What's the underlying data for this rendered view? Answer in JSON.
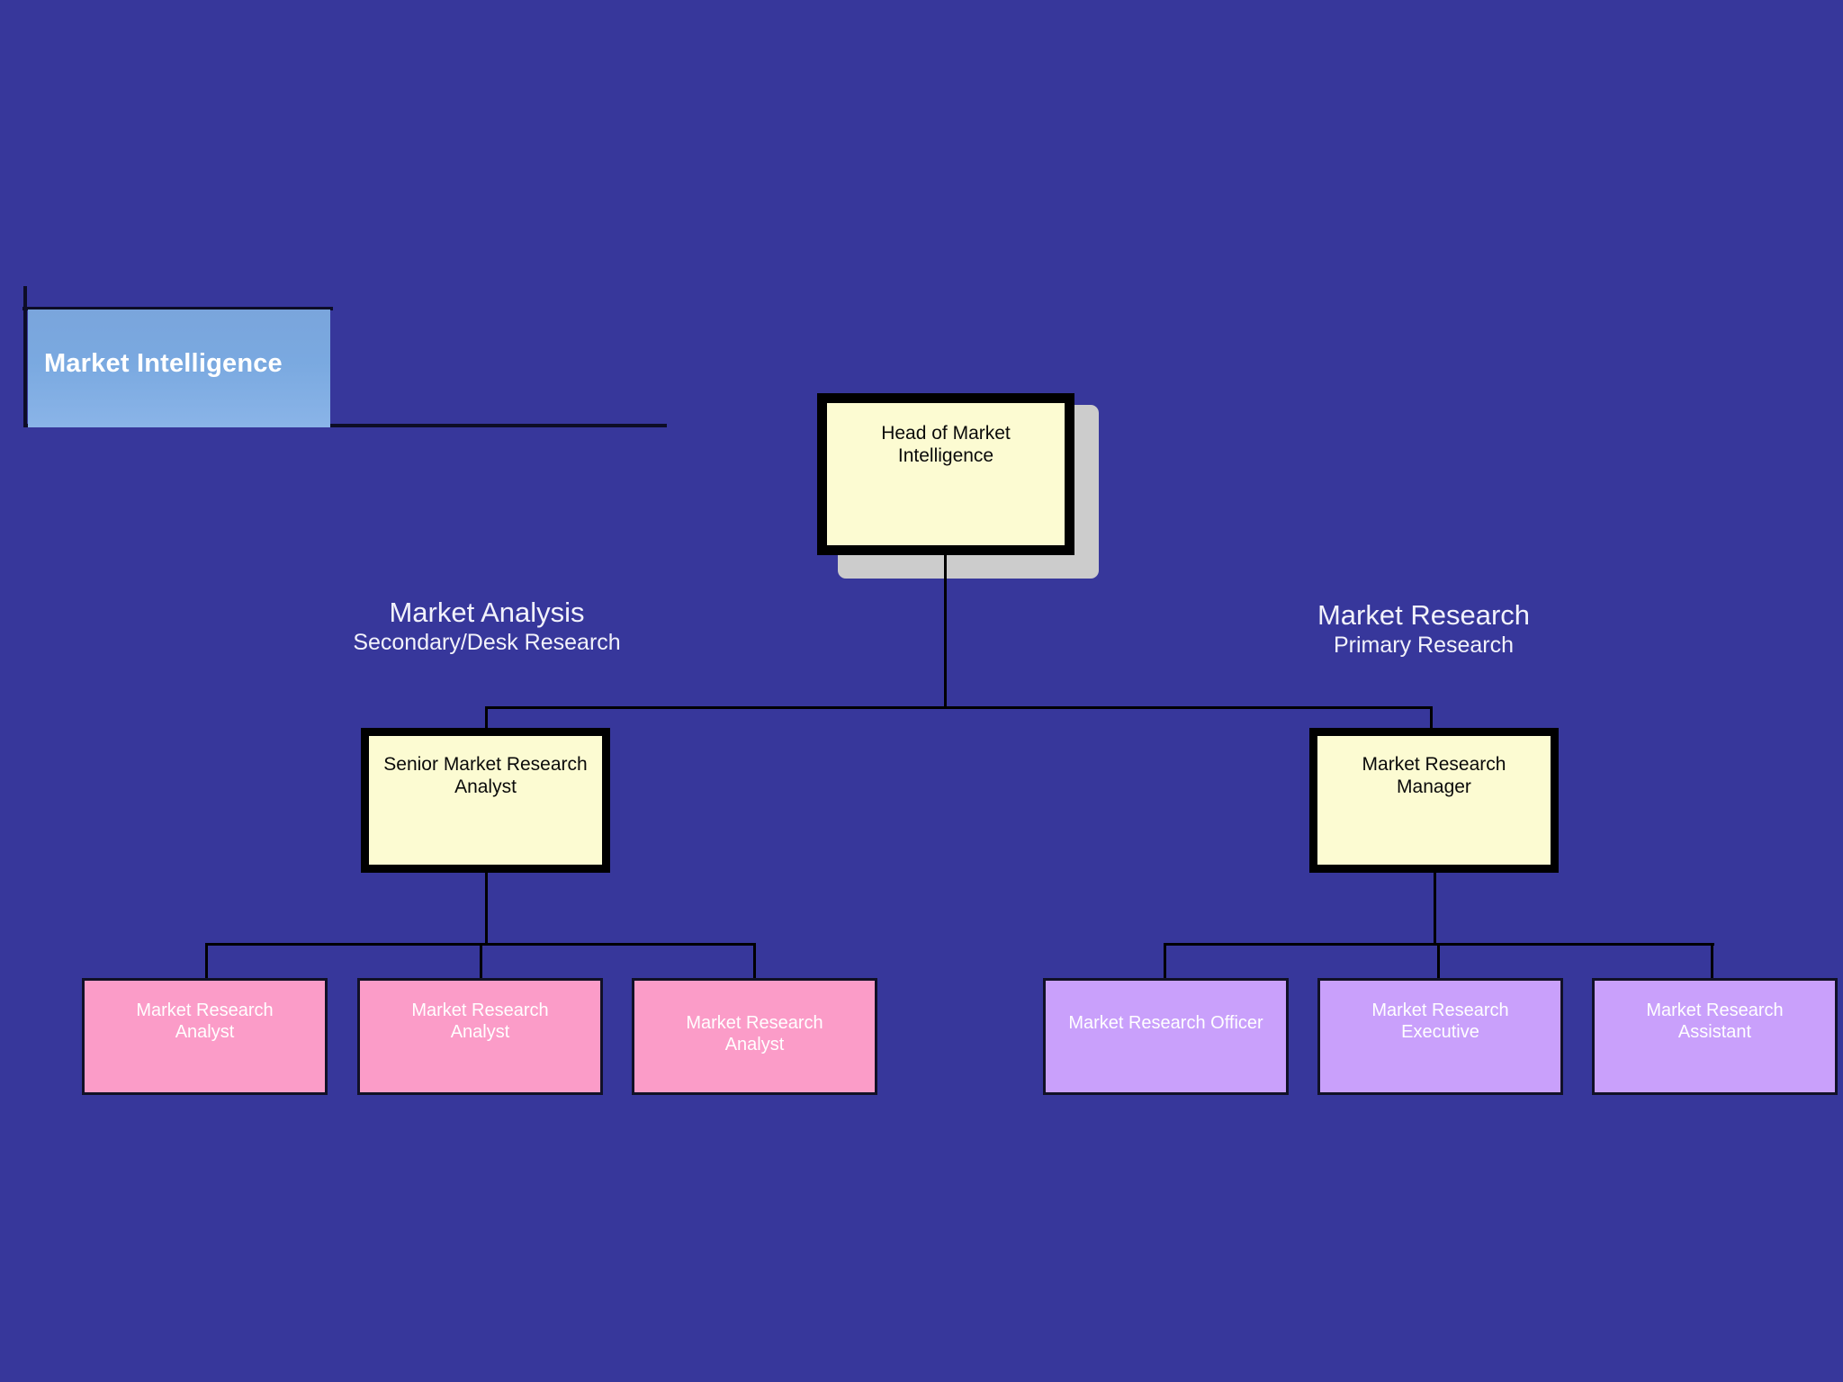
{
  "background_color": "#37379b",
  "title_plate": {
    "text": "Market Intelligence",
    "fill_color": "#7aa5dc",
    "text_color": "#ffffff"
  },
  "root": {
    "label": "Head of Market\nIntelligence",
    "fill_color": "#fcfbd2",
    "border_color": "#000000",
    "shadow_color": "#cccccc"
  },
  "branches": [
    {
      "heading": "Market Analysis",
      "subheading": "Secondary/Desk Research",
      "manager": {
        "label": "Senior Market Research\nAnalyst",
        "fill_color": "#fcfbd2"
      },
      "reports": [
        {
          "label": "Market Research\nAnalyst",
          "fill_color": "#fb9cc8"
        },
        {
          "label": "Market Research\nAnalyst",
          "fill_color": "#fb9cc8"
        },
        {
          "label": "Market Research\nAnalyst",
          "fill_color": "#fb9cc8"
        }
      ]
    },
    {
      "heading": "Market Research",
      "subheading": "Primary Research",
      "manager": {
        "label": "Market Research\nManager",
        "fill_color": "#fcfbd2"
      },
      "reports": [
        {
          "label": "Market Research Officer",
          "fill_color": "#c9a0fb"
        },
        {
          "label": "Market Research\nExecutive",
          "fill_color": "#c9a0fb"
        },
        {
          "label": "Market Research\nAssistant",
          "fill_color": "#c9a0fb"
        }
      ]
    }
  ]
}
